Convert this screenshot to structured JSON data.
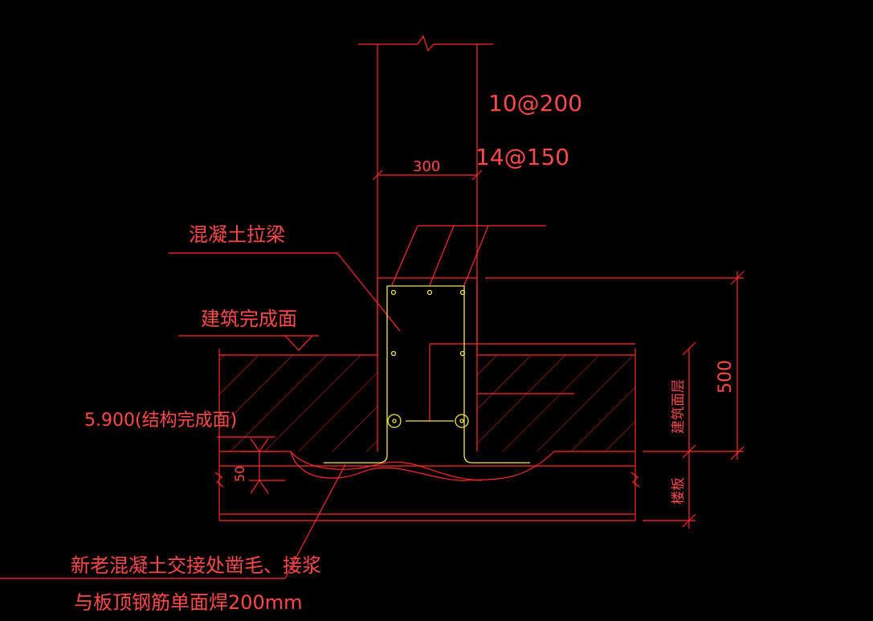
{
  "colors": {
    "background": "#000000",
    "drawing_line": "#ff2a2a",
    "rebar": "#f2e64a",
    "text": "#ff4a4a"
  },
  "labels": {
    "stirrup_spec": "10@200",
    "main_bar_spec": "14@150",
    "beam_width": "300",
    "tie_beam": "混凝土拉梁",
    "finished_surface": "建筑完成面",
    "structural_level": "5.900(结构完成面)",
    "offset_dim": "50",
    "beam_height": "500",
    "building_layer": "建筑面层",
    "slab": "楼板",
    "note_line1": "新老混凝土交接处凿毛、接浆",
    "note_line2": "与板顶钢筋单面焊200mm"
  }
}
